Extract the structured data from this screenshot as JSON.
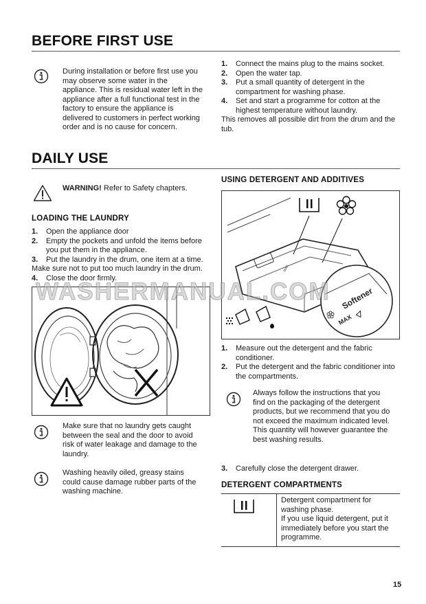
{
  "before_first_use": {
    "title": "BEFORE FIRST USE",
    "note": "During installation or before first use you may observe some water in the appliance. This is residual water left in the appliance after a full functional test in the factory to ensure the appliance is delivered to customers in perfect working order and is no cause for concern.",
    "steps": [
      {
        "num": "1.",
        "text": "Connect the mains plug to the mains socket."
      },
      {
        "num": "2.",
        "text": "Open the water tap."
      },
      {
        "num": "3.",
        "text": "Put a small quantity of detergent in the compartment for washing phase."
      },
      {
        "num": "4.",
        "text": "Set and start a programme for cotton at the highest temperature without laundry."
      }
    ],
    "after_text": "This removes all possible dirt from the drum and the tub."
  },
  "daily_use": {
    "title": "DAILY USE",
    "warning_label": "WARNING!",
    "warning_text": " Refer to Safety chapters.",
    "loading": {
      "heading": "LOADING THE LAUNDRY",
      "steps_a": [
        {
          "num": "1.",
          "text": "Open the appliance door"
        },
        {
          "num": "2.",
          "text": "Empty the pockets and unfold the items before you put them in the appliance."
        },
        {
          "num": "3.",
          "text": "Put the laundry in the drum, one item at a time."
        }
      ],
      "middle_text": "Make sure not to put too much laundry in the drum.",
      "steps_b": [
        {
          "num": "4.",
          "text": "Close the door firmly."
        }
      ],
      "note1": "Make sure that no laundry gets caught between the seal and the door to avoid risk of water leakage and damage to the laundry.",
      "note2": "Washing heavily oiled, greasy stains could cause damage rubber parts of the washing machine."
    },
    "detergent": {
      "heading": "USING DETERGENT AND ADDITIVES",
      "steps": [
        {
          "num": "1.",
          "text": "Measure out the detergent and the fabric conditioner."
        },
        {
          "num": "2.",
          "text": "Put the detergent and the fabric conditioner into the compartments."
        }
      ],
      "note": "Always follow the instructions that you find on the packaging of the detergent products, but we recommend that you do not exceed the maximum indicated level. This quantity will however guarantee the best washing results.",
      "step3": {
        "num": "3.",
        "text": "Carefully close the detergent drawer."
      },
      "softener_label": "Softener",
      "max_label": "MAX"
    },
    "compartments": {
      "heading": "DETERGENT COMPARTMENTS",
      "rows": [
        {
          "symbol": "II",
          "lines": [
            "Detergent compartment for washing phase.",
            "If you use liquid detergent, put it immediately before you start the programme."
          ]
        }
      ]
    }
  },
  "watermark": "WASHERMANUAL.COM",
  "page_number": "15"
}
